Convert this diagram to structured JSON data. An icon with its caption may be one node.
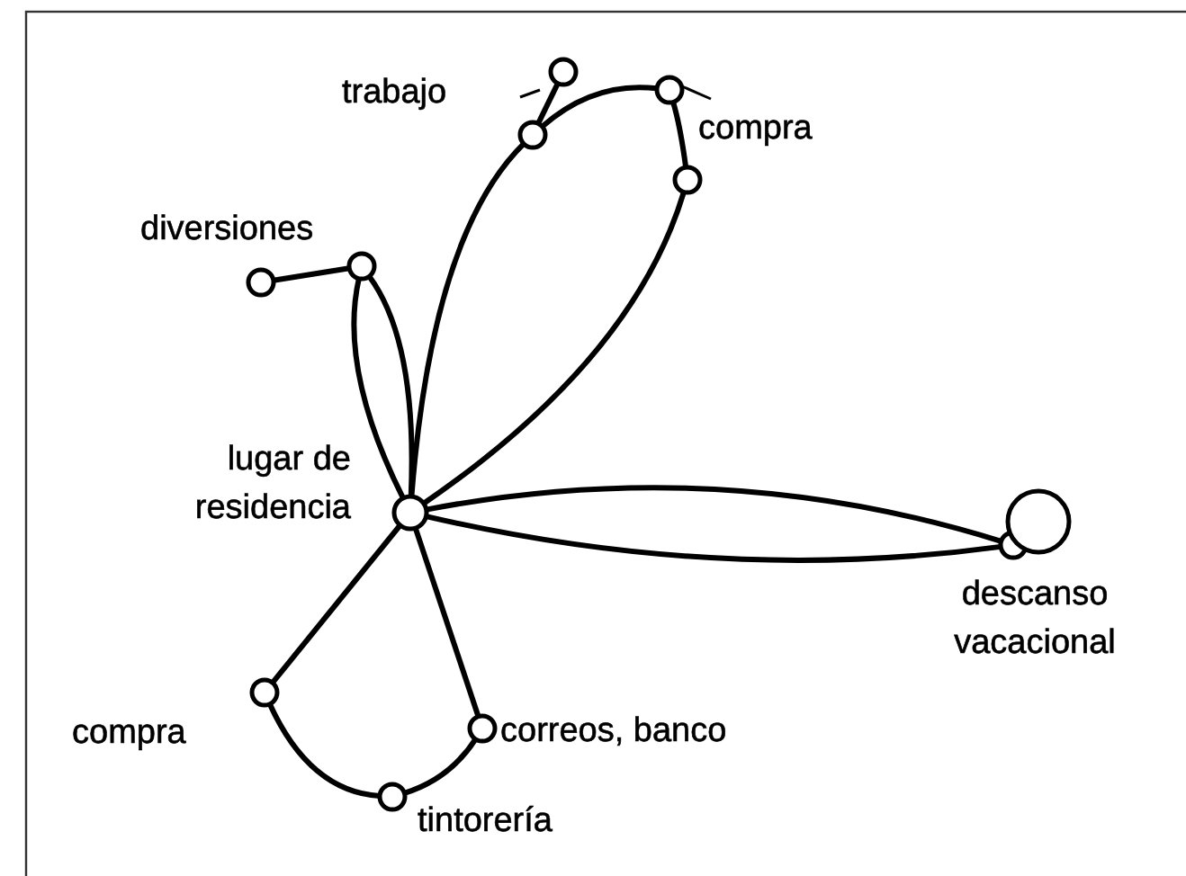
{
  "diagram": {
    "nodes": [
      {
        "text": [],
        "shape": "circle",
        "beside": [
          "lugar de residencia"
        ]
      },
      {
        "text": [],
        "shape": "circle",
        "beside": [
          "trabajo"
        ]
      },
      {
        "text": [],
        "shape": "circle"
      },
      {
        "text": [],
        "shape": "circle",
        "beside": [
          "compra"
        ]
      },
      {
        "text": [],
        "shape": "circle"
      },
      {
        "text": [],
        "shape": "circle",
        "beside": [
          "diversiones"
        ]
      },
      {
        "text": [],
        "shape": "circle"
      },
      {
        "text": [],
        "shape": "circle",
        "beside": [
          "descanso vacacional"
        ]
      },
      {
        "text": [],
        "shape": "circle"
      },
      {
        "text": [],
        "shape": "circle",
        "beside": [
          "compra"
        ]
      },
      {
        "text": [],
        "shape": "circle",
        "beside": [
          "correos, banco"
        ]
      },
      {
        "text": [],
        "shape": "circle",
        "beside": [
          "tintorería"
        ]
      }
    ],
    "edges": [
      {
        "from": 0,
        "to": 1,
        "arrow": "none"
      },
      {
        "from": 1,
        "to": 2,
        "arrow": "none"
      },
      {
        "from": 1,
        "to": 3,
        "arrow": "none"
      },
      {
        "from": 3,
        "to": 4,
        "arrow": "none"
      },
      {
        "from": 4,
        "to": 0,
        "arrow": "none"
      },
      {
        "from": 0,
        "to": 6,
        "arrow": "none"
      },
      {
        "from": 6,
        "to": 5,
        "arrow": "none"
      },
      {
        "from": 6,
        "to": 0,
        "arrow": "none"
      },
      {
        "from": 0,
        "to": 7,
        "arrow": "none"
      },
      {
        "from": 7,
        "to": 0,
        "arrow": "none"
      },
      {
        "from": 0,
        "to": 9,
        "arrow": "none"
      },
      {
        "from": 9,
        "to": 11,
        "arrow": "none"
      },
      {
        "from": 11,
        "to": 10,
        "arrow": "none"
      },
      {
        "from": 10,
        "to": 0,
        "arrow": "none"
      }
    ]
  }
}
